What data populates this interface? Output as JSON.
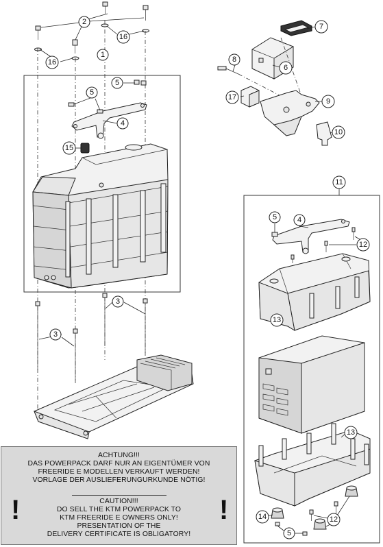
{
  "callouts": {
    "c1": "1",
    "c2": "2",
    "c3a": "3",
    "c3b": "3",
    "c4a": "4",
    "c4b": "4",
    "c5a": "5",
    "c5b": "5",
    "c5c": "5",
    "c5d": "5",
    "c6": "6",
    "c7": "7",
    "c8": "8",
    "c9": "9",
    "c10": "10",
    "c11": "11",
    "c12a": "12",
    "c12b": "12",
    "c13a": "13",
    "c13b": "13",
    "c14": "14",
    "c15": "15",
    "c16a": "16",
    "c16b": "16",
    "c17": "17"
  },
  "warning": {
    "de_title": "ACHTUNG!!!",
    "de_line1": "DAS POWERPACK DARF NUR AN EIGENTÜMER VON",
    "de_line2": "FREERIDE E MODELLEN VERKAUFT WERDEN!",
    "de_line3": "VORLAGE DER AUSLIEFERUNGURKUNDE NÖTIG!",
    "en_title": "CAUTION!!!",
    "en_line1": "DO SELL THE KTM POWERPACK TO",
    "en_line2": "KTM FREERIDE E OWNERS ONLY!",
    "en_line3": "PRESENTATION OF THE",
    "en_line4": "DELIVERY CERTIFICATE IS OBLIGATORY!",
    "mark_left": "!",
    "mark_right": "!"
  }
}
